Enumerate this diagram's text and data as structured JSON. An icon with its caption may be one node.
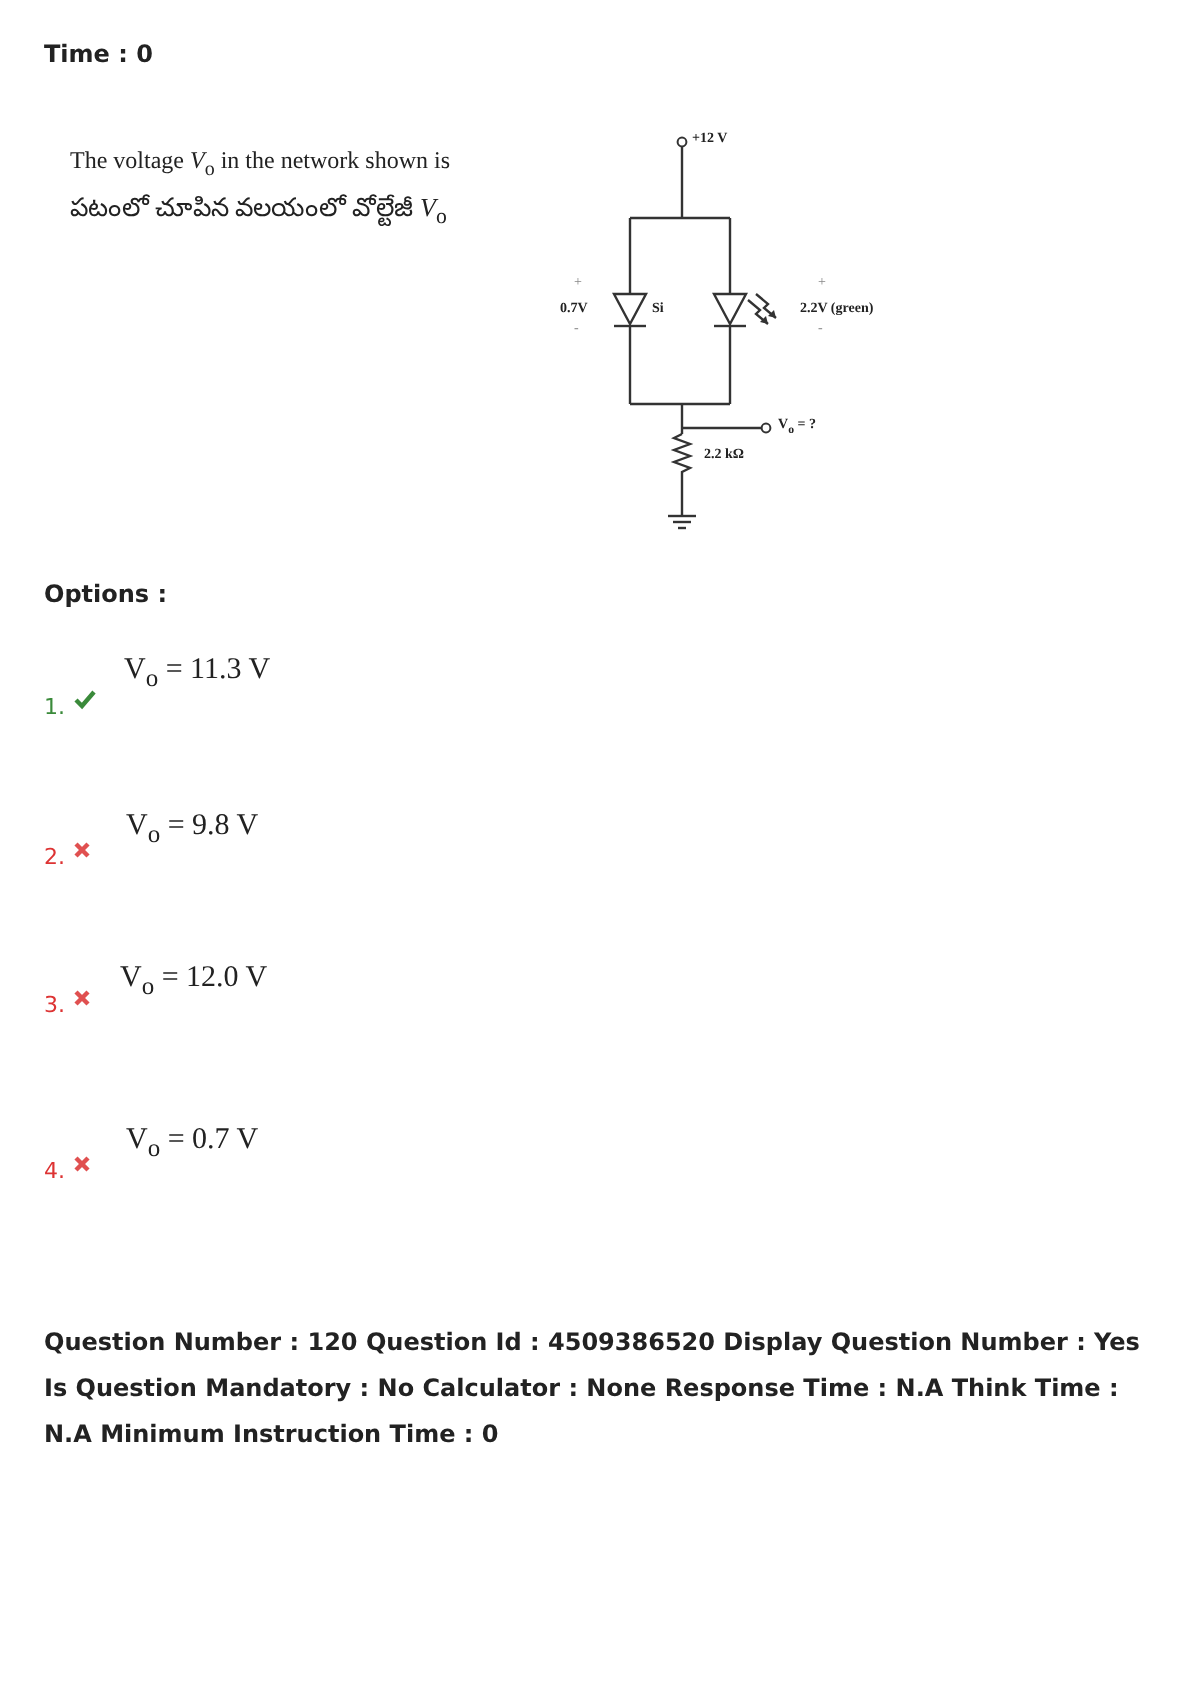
{
  "diagram": {
    "labels": [
      "Time : 0",
      "The voltage *V*$_{o}$ in the network shown is",
      "పటంలో చూపిన వలయంలో వోల్టేజీ *V*$_{o}$",
      "+12 V",
      "+",
      "0.7V",
      "-",
      "Si",
      "+",
      "2.2V (green)",
      "-",
      "V$_{o}$ = ?",
      "2.2 kΩ",
      "Options :",
      "1.",
      "V$_{o}$ = 11.3 V",
      "2.",
      "V$_{o}$ = 9.8 V",
      "3.",
      "V$_{o}$ = 12.0 V",
      "4.",
      "V$_{o}$ = 0.7 V",
      "Question Number : 120 Question Id : 4509386520 Display Question Number : Yes Is Question Mandatory : No Calculator : None Response Time : N.A Think Time : N.A Minimum Instruction Time : 0"
    ]
  }
}
